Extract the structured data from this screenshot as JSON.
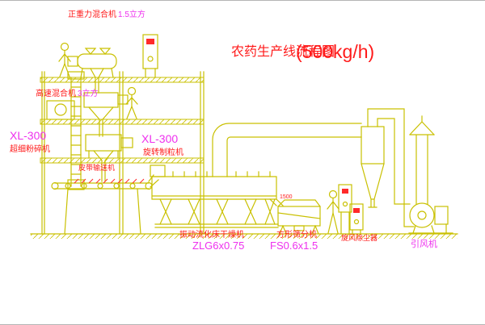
{
  "title": {
    "main": "农药生产线流程图",
    "capacity": "(500kg/h)"
  },
  "labels": {
    "mixer_top_name": "正重力混合机",
    "mixer_top_spec": "1.5立方",
    "mixer_mid_name": "高速混合机",
    "mixer_mid_spec": "3立方",
    "crusher_model": "XL-300",
    "crusher_name": "超细粉碎机",
    "granulator_model": "XL-300",
    "granulator_name": "旋转制粒机",
    "belt_conveyor": "皮带输送机",
    "dryer_name": "振动流化床干燥机",
    "dryer_model": "ZLG6x0.75",
    "sieve_name": "方形筛分机",
    "sieve_model": "FS0.6x1.5",
    "sieve_dim": "1500",
    "cyclone": "旋风除尘器",
    "fan": "引风机"
  },
  "colors": {
    "line_yellow": "#c9c000",
    "text_red": "#ff1a1a",
    "text_magenta": "#ee30ee",
    "background": "#ffffff"
  }
}
